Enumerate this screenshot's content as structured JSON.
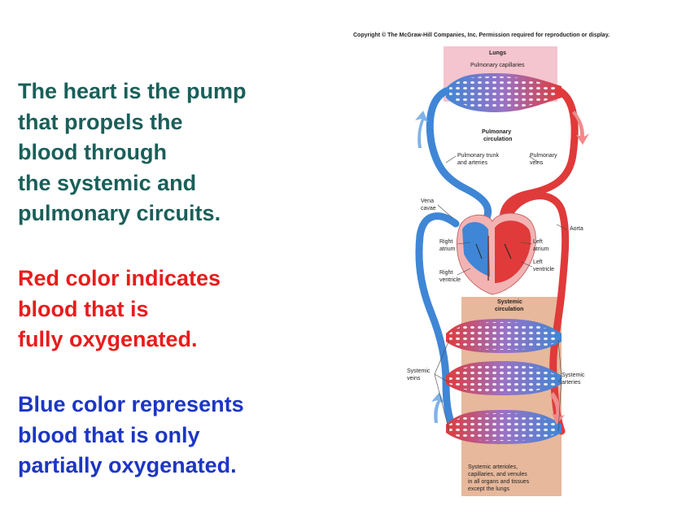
{
  "text": {
    "block1": [
      "The heart is the pump",
      "that propels the",
      "blood through",
      "the systemic and",
      "pulmonary circuits."
    ],
    "block2": [
      "Red color indicates",
      "blood that is",
      "fully oxygenated."
    ],
    "block3": [
      "Blue color represents",
      "blood that is only",
      "partially oxygenated."
    ]
  },
  "diagram": {
    "copyright": "Copyright © The McGraw-Hill Companies, Inc. Permission required for reproduction or display.",
    "lungs": "Lungs",
    "pulmonary_capillaries": "Pulmonary capillaries",
    "pulmonary_circulation": [
      "Pulmonary",
      "circulation"
    ],
    "pulmonary_trunk": [
      "Pulmonary trunk",
      "and arteries"
    ],
    "pulmonary_veins": [
      "Pulmonary",
      "veins"
    ],
    "vena_cavae": [
      "Vena",
      "cavae"
    ],
    "aorta": "Aorta",
    "right_atrium": [
      "Right",
      "atrium"
    ],
    "right_ventricle": [
      "Right",
      "ventricle"
    ],
    "left_atrium": [
      "Left",
      "atrium"
    ],
    "left_ventricle": [
      "Left",
      "ventricle"
    ],
    "systemic_circulation": [
      "Systemic",
      "circulation"
    ],
    "systemic_veins": [
      "Systemic",
      "veins"
    ],
    "systemic_arteries": [
      "Systemic",
      "arteries"
    ],
    "systemic_capillaries": [
      "Systemic arterioles,",
      "capillaries, and venules",
      "in all organs and tissues",
      "except the lungs"
    ]
  },
  "colors": {
    "oxygenated": "#e03a3a",
    "deoxygenated": "#3f86d6",
    "lungs_bg": "#f4c4cf",
    "systemic_bg": "#e7b89b",
    "block1_text": "#1a5f59",
    "block2_text": "#e81c1c",
    "block3_text": "#1c36c4"
  }
}
